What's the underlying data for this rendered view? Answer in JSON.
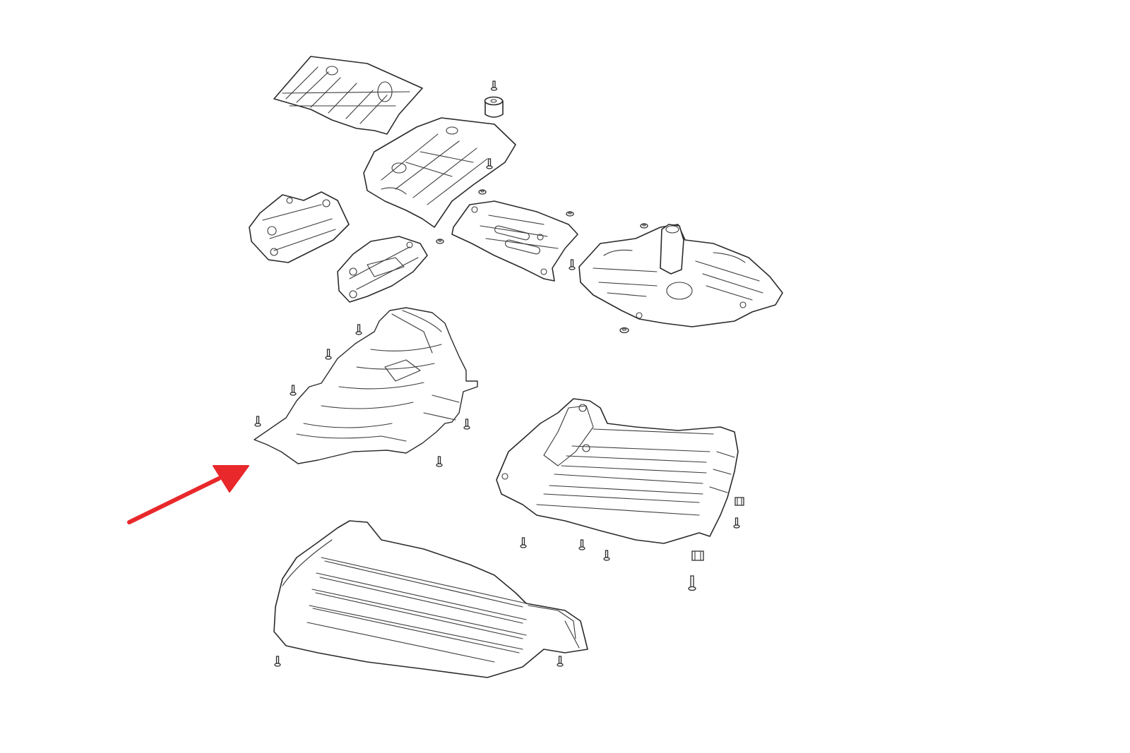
{
  "image": {
    "background_color": "#ffffff",
    "line_color": "#2a2a2a",
    "highlight_color": "#f26d6d",
    "arrow_color": "#e8282b",
    "text_labels": []
  },
  "parts": [
    {
      "name": "upper-left-skid-plate",
      "highlighted": false
    },
    {
      "name": "upper-center-skid-plate",
      "highlighted": false
    },
    {
      "name": "rubber-bushing",
      "highlighted": false
    },
    {
      "name": "left-bracket-plate",
      "highlighted": false
    },
    {
      "name": "small-bracket-plate",
      "highlighted": false
    },
    {
      "name": "transfer-case-skid-plate",
      "highlighted": false
    },
    {
      "name": "rear-fuel-tank-skid-plate",
      "highlighted": false
    },
    {
      "name": "front-engine-skid-plate",
      "highlighted": true
    },
    {
      "name": "right-transmission-skid-plate",
      "highlighted": false
    },
    {
      "name": "lower-front-skid-plate",
      "highlighted": false
    }
  ],
  "arrow": {
    "icon": "red-arrow",
    "points_to": "front-engine-skid-plate"
  }
}
